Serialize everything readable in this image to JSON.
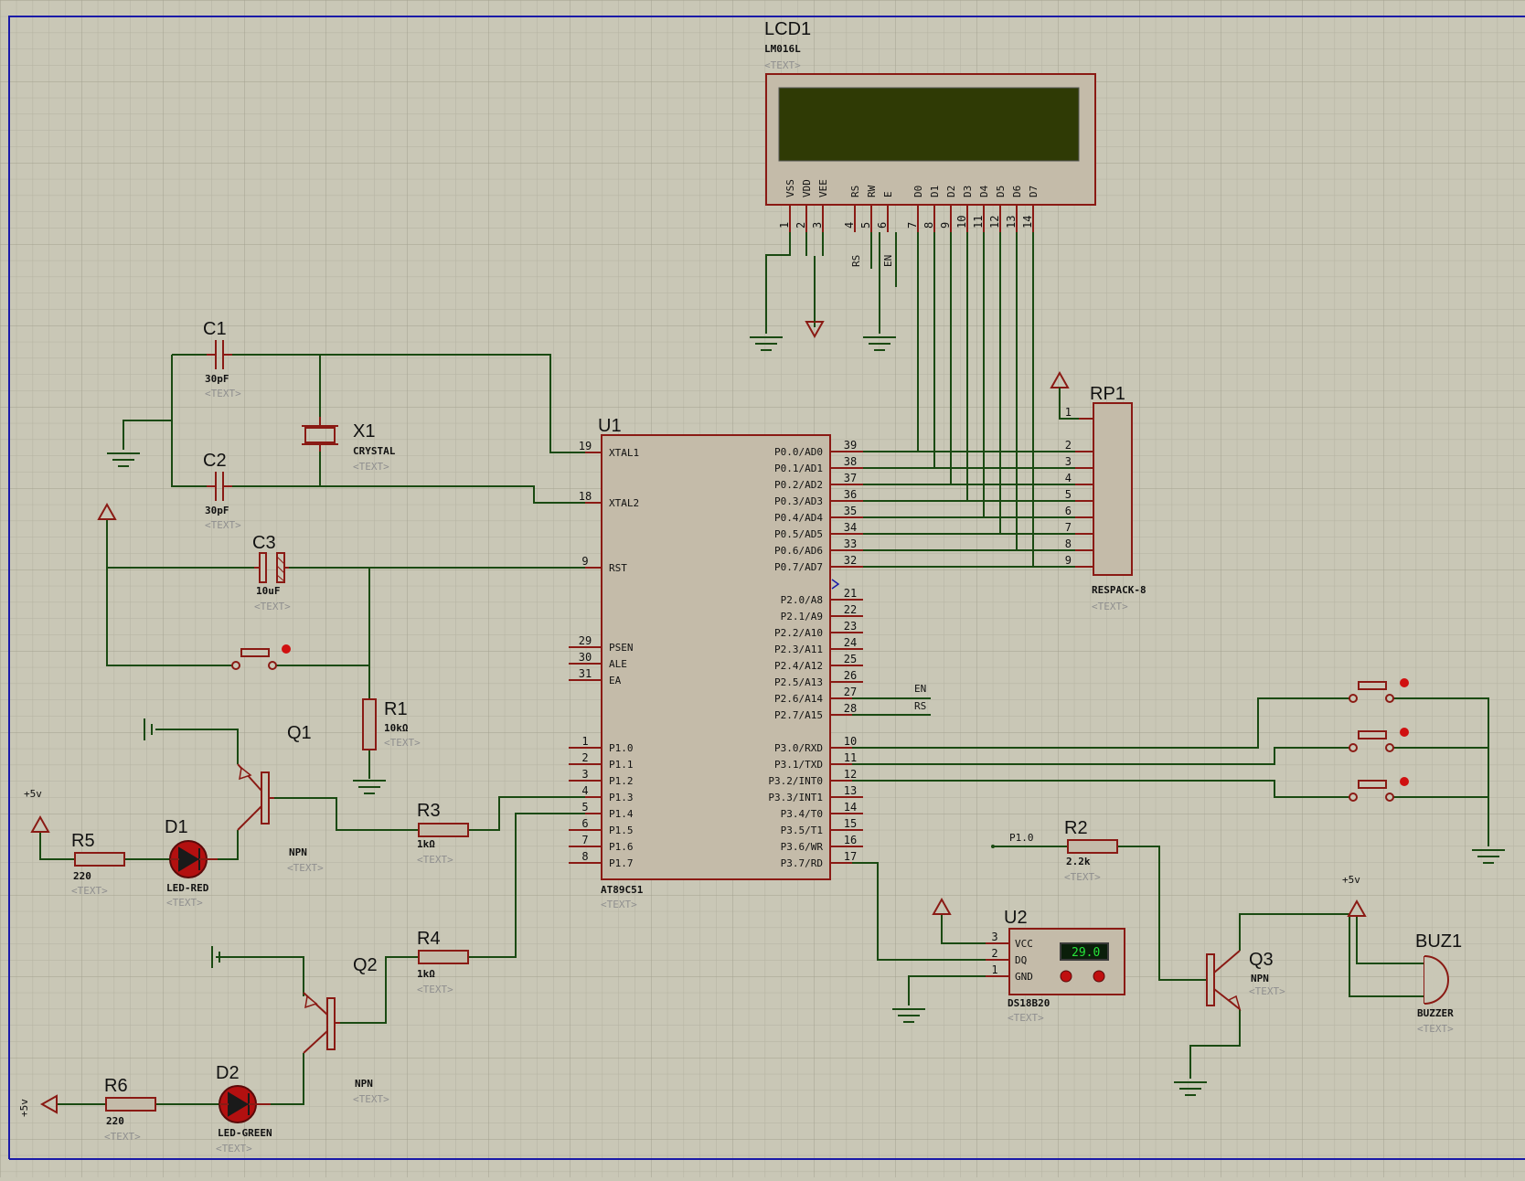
{
  "canvas": {
    "background": "#c9c7b6",
    "grid_color": "#b4b2a0",
    "border_color": "#1a1aa8",
    "wire_color": "#1a4a12",
    "component_color": "#8a1a14",
    "lcd_screen_color": "#2f3a05"
  },
  "placeholder": "<TEXT>",
  "lcd": {
    "ref": "LCD1",
    "model": "LM016L",
    "pin_names": [
      "VSS",
      "VDD",
      "VEE",
      "RS",
      "RW",
      "E",
      "D0",
      "D1",
      "D2",
      "D3",
      "D4",
      "D5",
      "D6",
      "D7"
    ],
    "pin_numbers": [
      "1",
      "2",
      "3",
      "4",
      "5",
      "6",
      "7",
      "8",
      "9",
      "10",
      "11",
      "12",
      "13",
      "14"
    ],
    "net_rs": "RS",
    "net_en": "EN"
  },
  "rp1": {
    "ref": "RP1",
    "model": "RESPACK-8",
    "pins": [
      "1",
      "2",
      "3",
      "4",
      "5",
      "6",
      "7",
      "8",
      "9"
    ]
  },
  "u1": {
    "ref": "U1",
    "model": "AT89C51",
    "left_pins": [
      {
        "num": "19",
        "name": "XTAL1"
      },
      {
        "num": "18",
        "name": "XTAL2"
      },
      {
        "num": "9",
        "name": "RST"
      },
      {
        "num": "29",
        "name": "PSEN"
      },
      {
        "num": "30",
        "name": "ALE"
      },
      {
        "num": "31",
        "name": "EA"
      },
      {
        "num": "1",
        "name": "P1.0"
      },
      {
        "num": "2",
        "name": "P1.1"
      },
      {
        "num": "3",
        "name": "P1.2"
      },
      {
        "num": "4",
        "name": "P1.3"
      },
      {
        "num": "5",
        "name": "P1.4"
      },
      {
        "num": "6",
        "name": "P1.5"
      },
      {
        "num": "7",
        "name": "P1.6"
      },
      {
        "num": "8",
        "name": "P1.7"
      }
    ],
    "right_pins": [
      {
        "num": "39",
        "name": "P0.0/AD0"
      },
      {
        "num": "38",
        "name": "P0.1/AD1"
      },
      {
        "num": "37",
        "name": "P0.2/AD2"
      },
      {
        "num": "36",
        "name": "P0.3/AD3"
      },
      {
        "num": "35",
        "name": "P0.4/AD4"
      },
      {
        "num": "34",
        "name": "P0.5/AD5"
      },
      {
        "num": "33",
        "name": "P0.6/AD6"
      },
      {
        "num": "32",
        "name": "P0.7/AD7"
      },
      {
        "num": "21",
        "name": "P2.0/A8"
      },
      {
        "num": "22",
        "name": "P2.1/A9"
      },
      {
        "num": "23",
        "name": "P2.2/A10"
      },
      {
        "num": "24",
        "name": "P2.3/A11"
      },
      {
        "num": "25",
        "name": "P2.4/A12"
      },
      {
        "num": "26",
        "name": "P2.5/A13"
      },
      {
        "num": "27",
        "name": "P2.6/A14"
      },
      {
        "num": "28",
        "name": "P2.7/A15"
      },
      {
        "num": "10",
        "name": "P3.0/RXD"
      },
      {
        "num": "11",
        "name": "P3.1/TXD"
      },
      {
        "num": "12",
        "name": "P3.2/INT0"
      },
      {
        "num": "13",
        "name": "P3.3/INT1"
      },
      {
        "num": "14",
        "name": "P3.4/T0"
      },
      {
        "num": "15",
        "name": "P3.5/T1"
      },
      {
        "num": "16",
        "name": "P3.6/WR"
      },
      {
        "num": "17",
        "name": "P3.7/RD"
      }
    ],
    "net_en": "EN",
    "net_rs": "RS"
  },
  "c1": {
    "ref": "C1",
    "value": "30pF"
  },
  "c2": {
    "ref": "C2",
    "value": "30pF"
  },
  "c3": {
    "ref": "C3",
    "value": "10uF"
  },
  "x1": {
    "ref": "X1",
    "value": "CRYSTAL"
  },
  "r1": {
    "ref": "R1",
    "value": "10kΩ"
  },
  "r2": {
    "ref": "R2",
    "value": "2.2k",
    "net": "P1.0"
  },
  "r3": {
    "ref": "R3",
    "value": "1kΩ"
  },
  "r4": {
    "ref": "R4",
    "value": "1kΩ"
  },
  "r5": {
    "ref": "R5",
    "value": "220"
  },
  "r6": {
    "ref": "R6",
    "value": "220"
  },
  "d1": {
    "ref": "D1",
    "value": "LED-RED"
  },
  "d2": {
    "ref": "D2",
    "value": "LED-GREEN"
  },
  "q1": {
    "ref": "Q1",
    "type": "NPN"
  },
  "q2": {
    "ref": "Q2",
    "type": "NPN"
  },
  "q3": {
    "ref": "Q3",
    "type": "NPN"
  },
  "u2": {
    "ref": "U2",
    "model": "DS18B20",
    "pins": [
      {
        "num": "3",
        "name": "VCC"
      },
      {
        "num": "2",
        "name": "DQ"
      },
      {
        "num": "1",
        "name": "GND"
      }
    ],
    "display": "29.0"
  },
  "buz1": {
    "ref": "BUZ1",
    "value": "BUZZER"
  },
  "supply": {
    "vcc_label": "+5v"
  }
}
